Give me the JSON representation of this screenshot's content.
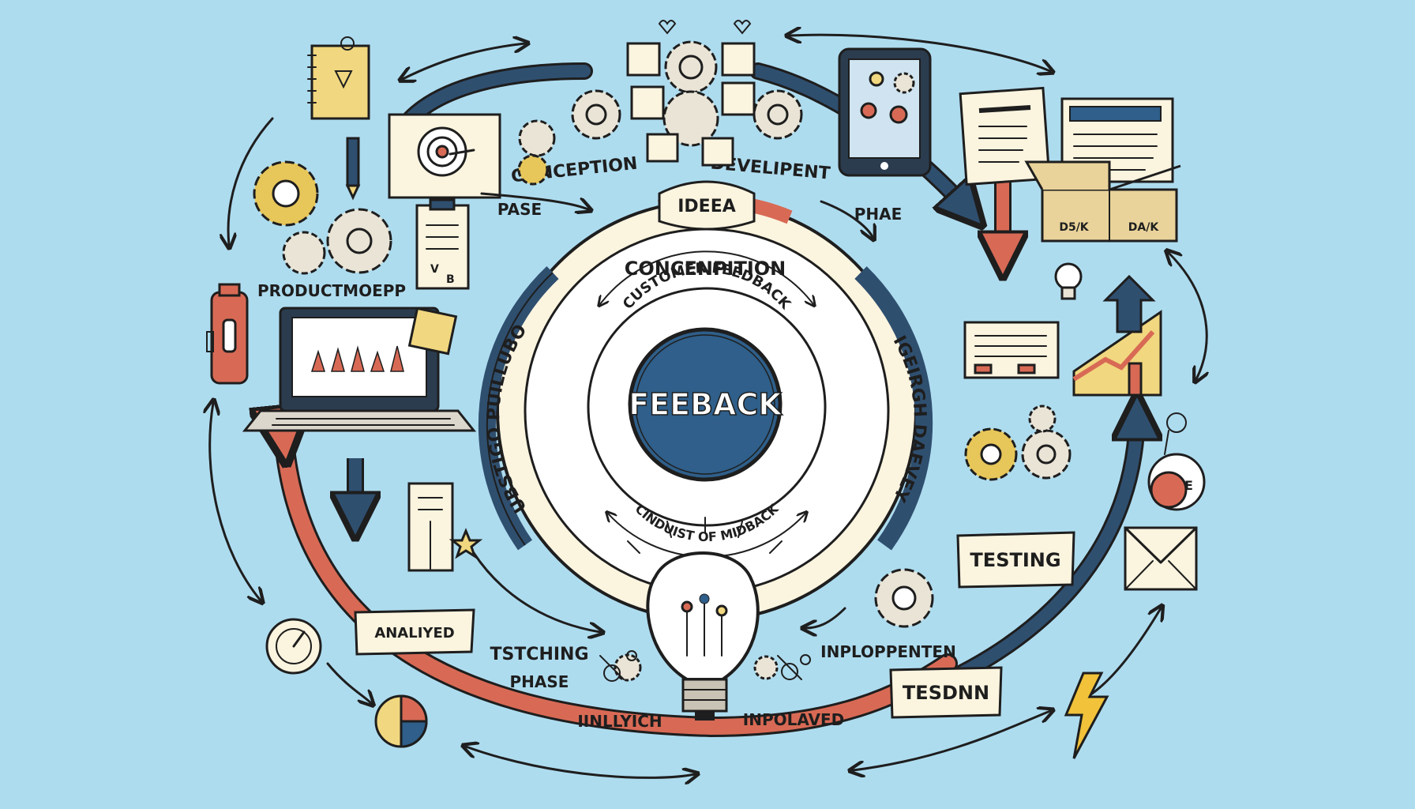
{
  "center": {
    "title": "FEEBACK"
  },
  "rings": {
    "idea": "IDEEA",
    "conception": "CONCENPITION",
    "customer_feedback": "CUSTOMER FEEDBACK",
    "inner_bottom": "CINDUIST OF MIDBACK",
    "left_arc": "UBSTIGO PUILLUBO",
    "right_arc": "IGEIRGH DAEVEY"
  },
  "outer_labels": {
    "conception": "CONCEPTION",
    "development": "DEVELIPENT",
    "pase": "PASE",
    "phae": "PHAE",
    "productmoepp": "PRODUCTMOEPP",
    "analiyed": "ANALIYED",
    "tstching": "TSTCHING",
    "phase": "PHASE",
    "iinllyich": "IINLLYICH",
    "inpolaved": "INPOLAVED",
    "inplopenten": "INPLOPPENTEN",
    "testing": "TESTING",
    "tesdnn": "TESDNN",
    "box_left": "D5/K",
    "box_right": "DA/K",
    "clipboard_v": "V",
    "clipboard_b": "B",
    "sign_e": "E"
  },
  "colors": {
    "background": "#aedcef",
    "center_fill": "#2f5f8a",
    "arrow_red": "#d86a55",
    "arrow_navy": "#2f4f6f",
    "paper": "#fbf4df",
    "accent_yellow": "#f1d77f"
  },
  "icons": [
    "notebook-icon",
    "target-board-icon",
    "gear-icon",
    "laptop-icon",
    "tablet-icon",
    "envelope-icon",
    "document-icon",
    "chart-icon",
    "lightbulb-icon",
    "lightning-icon",
    "gauge-icon",
    "pie-chart-icon",
    "thermos-icon",
    "clipboard-icon",
    "pencil-icon"
  ]
}
